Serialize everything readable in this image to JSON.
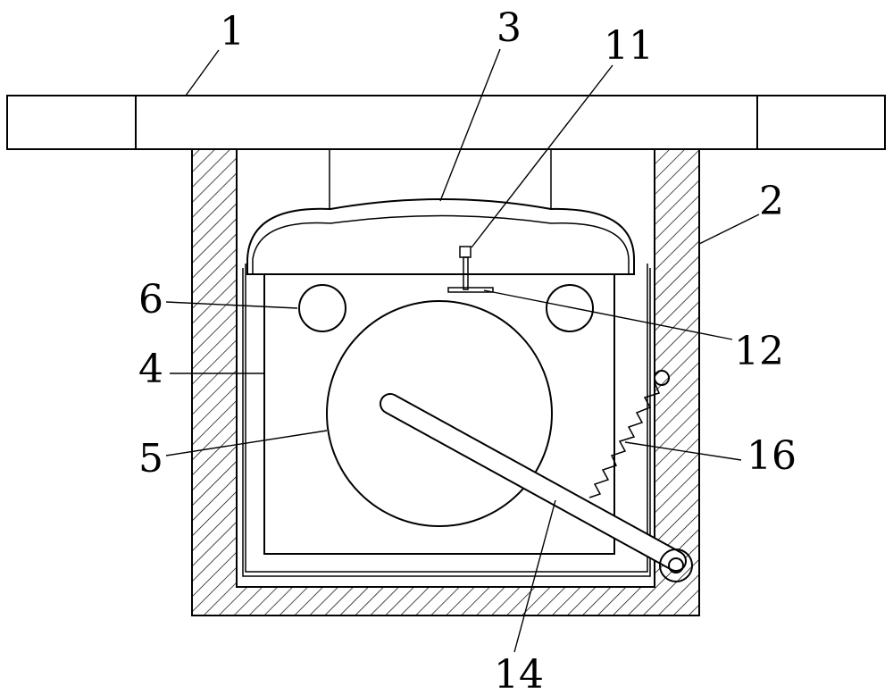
{
  "figure": {
    "labels": {
      "l1": "1",
      "l2": "2",
      "l3": "3",
      "l4": "4",
      "l5": "5",
      "l6": "6",
      "l11": "11",
      "l12": "12",
      "l14": "14",
      "l16": "16"
    },
    "parts": [
      "top-plate",
      "housing",
      "arched-cover",
      "inner-box",
      "large-disc",
      "small-rollers",
      "bolt",
      "spring",
      "lever-arm",
      "pivot"
    ],
    "colors": {
      "stroke": "#000000",
      "background": "#ffffff"
    }
  }
}
